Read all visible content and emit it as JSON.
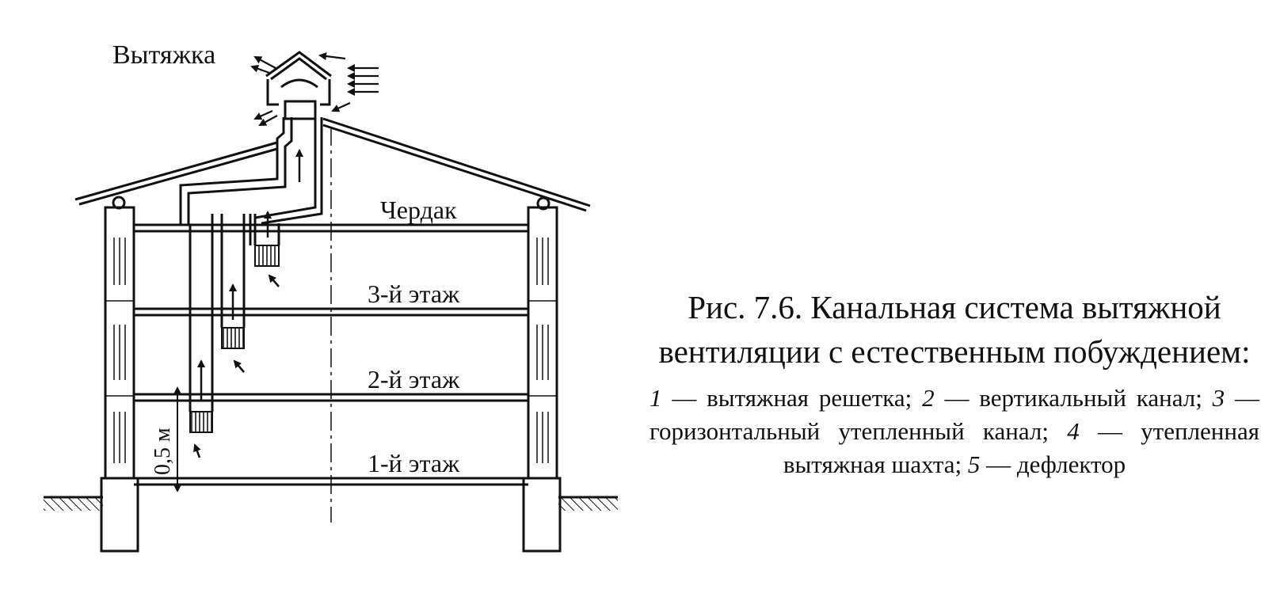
{
  "diagram": {
    "labels": {
      "exhaust": "Вытяжка",
      "attic": "Чердак",
      "floor3": "3-й этаж",
      "floor2": "2-й этаж",
      "floor1": "1-й этаж",
      "dimension": "0,5 м"
    }
  },
  "caption": {
    "title": "Рис. 7.6. Канальная система вытяжной вентиляции с естественным побуждением:",
    "legend": [
      {
        "num": "1",
        "text": " — вытяжная решетка; "
      },
      {
        "num": "2",
        "text": " — вертикальный канал; "
      },
      {
        "num": "3",
        "text": " — горизонтальный утепленный канал; "
      },
      {
        "num": "4",
        "text": " — утепленная вытяжная шахта; "
      },
      {
        "num": "5",
        "text": " — дефлектор"
      }
    ]
  },
  "colors": {
    "ink": "#111111",
    "paper": "#ffffff"
  }
}
